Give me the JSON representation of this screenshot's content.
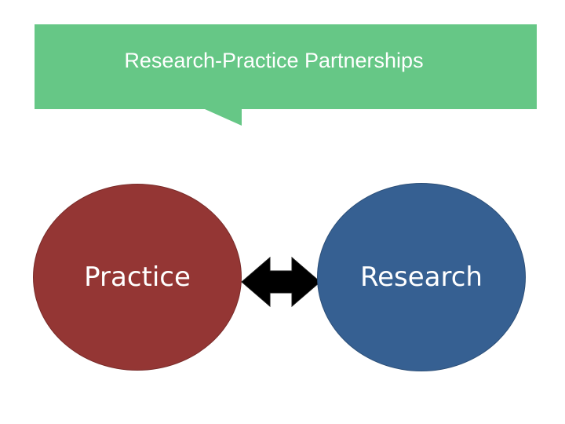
{
  "diagram": {
    "title": "Research-Practice Partnerships",
    "nodes": [
      {
        "label": "Practice",
        "color": "#943634"
      },
      {
        "label": "Research",
        "color": "#366092"
      }
    ],
    "connector": {
      "type": "bidirectional-arrow",
      "color": "#000000"
    },
    "callout_color": "#66C786"
  }
}
